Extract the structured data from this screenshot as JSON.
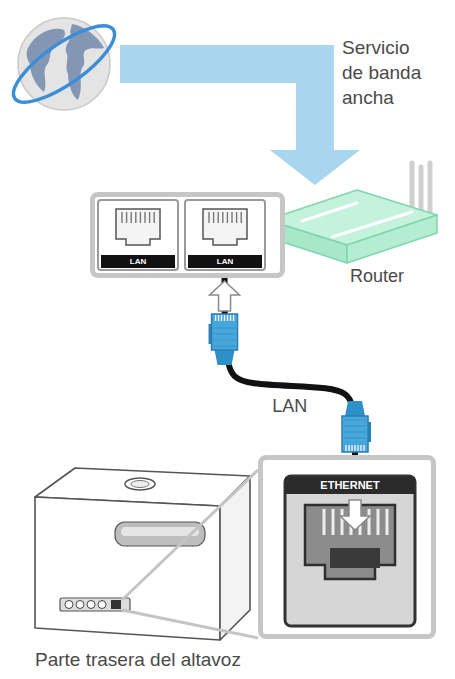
{
  "diagram": {
    "nodes": [
      {
        "text": [
          "Servicio de banda ancha"
        ]
      },
      {
        "text": [
          "Router"
        ]
      },
      {
        "text": [
          "LAN",
          "LAN"
        ]
      },
      {
        "text": [
          "ETHERNET"
        ]
      },
      {
        "text": [
          "Parte trasera del altavoz"
        ]
      }
    ],
    "edges": [
      {
        "from": 0,
        "to": 1,
        "arrow": "to"
      },
      {
        "from": 2,
        "to": 3,
        "arrow": "both",
        "label": "LAN"
      }
    ]
  }
}
